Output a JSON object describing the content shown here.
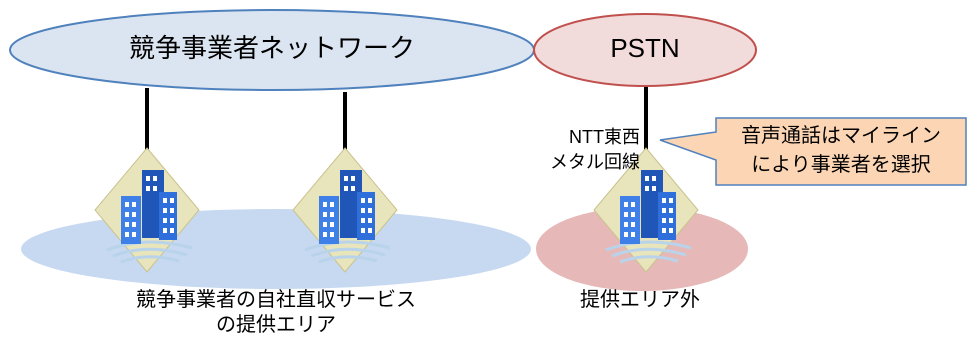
{
  "networks": {
    "competitor_network": "競争事業者ネットワーク",
    "pstn": "PSTN"
  },
  "lines": {
    "ntt_metal_line_1": "NTT東西",
    "ntt_metal_line_2": "メタル回線"
  },
  "callout": {
    "line1": "音声通話はマイライン",
    "line2": "により事業者を選択"
  },
  "areas": {
    "competitor_area_line1": "競争事業者の自社直収サービス",
    "competitor_area_line2": "の提供エリア",
    "outside_area": "提供エリア外"
  },
  "icons": {
    "building": "office-building-icon"
  },
  "colors": {
    "competitor_cloud_fill": "#dbe5f1",
    "competitor_cloud_stroke": "#4f81bd",
    "pstn_cloud_fill": "#f2dcdb",
    "pstn_cloud_stroke": "#c0504d",
    "competitor_area_fill": "#c6d9f0",
    "outside_area_fill": "#e6b9b8",
    "callout_fill": "#fcd5b4",
    "callout_stroke": "#4f81bd",
    "building_blue": "#2f6fdc",
    "building_bg": "#e8e4bb"
  }
}
